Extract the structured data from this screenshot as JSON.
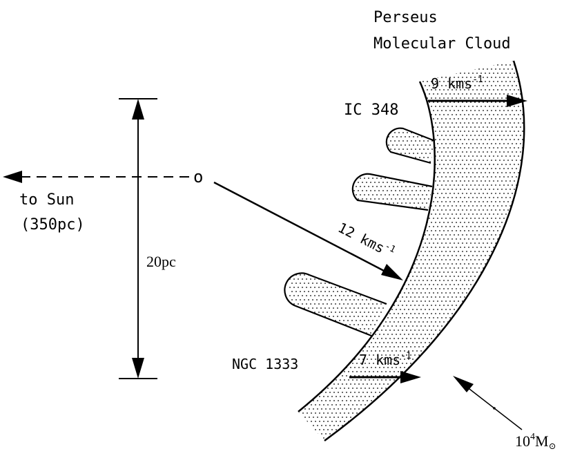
{
  "diagram": {
    "title_line1": "Perseus",
    "title_line2": "Molecular Cloud",
    "label_ic348": "IC 348",
    "label_ngc1333": "NGC 1333",
    "label_to_sun_line1": "to Sun",
    "label_to_sun_line2": "(350pc)",
    "label_scale": "20pc",
    "center_marker": "o",
    "velocity_top": {
      "value": "9 kms",
      "exp": "-1"
    },
    "velocity_mid": {
      "value": "12 kms",
      "exp": "-1"
    },
    "velocity_bottom": {
      "value": "7 kms",
      "exp": "-1"
    },
    "mass_label": {
      "base": "10",
      "exp": "4",
      "unit": "M",
      "sub": "⊙"
    }
  }
}
